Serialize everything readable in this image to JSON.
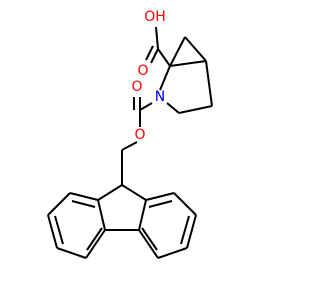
{
  "molecule": {
    "atoms": {
      "hydroxyl": {
        "label": "OH"
      },
      "carbonyl_oxygen_acid": {
        "label": "O"
      },
      "ring_nitrogen": {
        "label": "N"
      },
      "carbonyl_oxygen_carbamate": {
        "label": "O"
      },
      "ester_oxygen": {
        "label": "O"
      }
    },
    "colors": {
      "oxygen": "#ff0000",
      "nitrogen": "#0000ff",
      "bond": "#000000"
    }
  }
}
